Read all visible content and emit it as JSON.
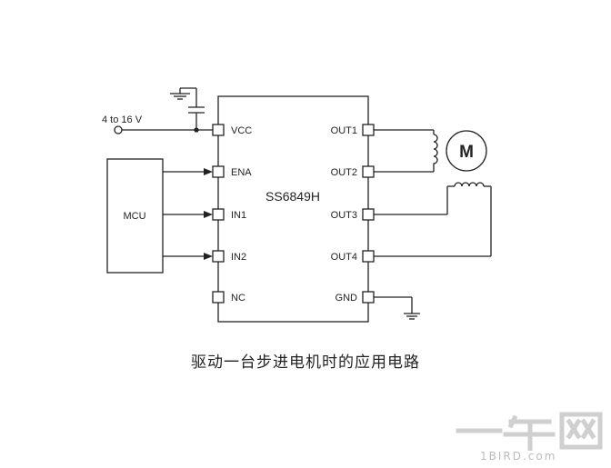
{
  "supply_label": "4 to 16 V",
  "chip": {
    "name": "SS6849H",
    "left_pins": [
      "VCC",
      "ENA",
      "IN1",
      "IN2",
      "NC"
    ],
    "right_pins": [
      "OUT1",
      "OUT2",
      "OUT3",
      "OUT4",
      "GND"
    ]
  },
  "controller_label": "MCU",
  "motor_label": "M",
  "caption": "驱动一台步进电机时的应用电路",
  "watermark": {
    "logo_text": "一牛网",
    "url": "1BIRD.com"
  }
}
